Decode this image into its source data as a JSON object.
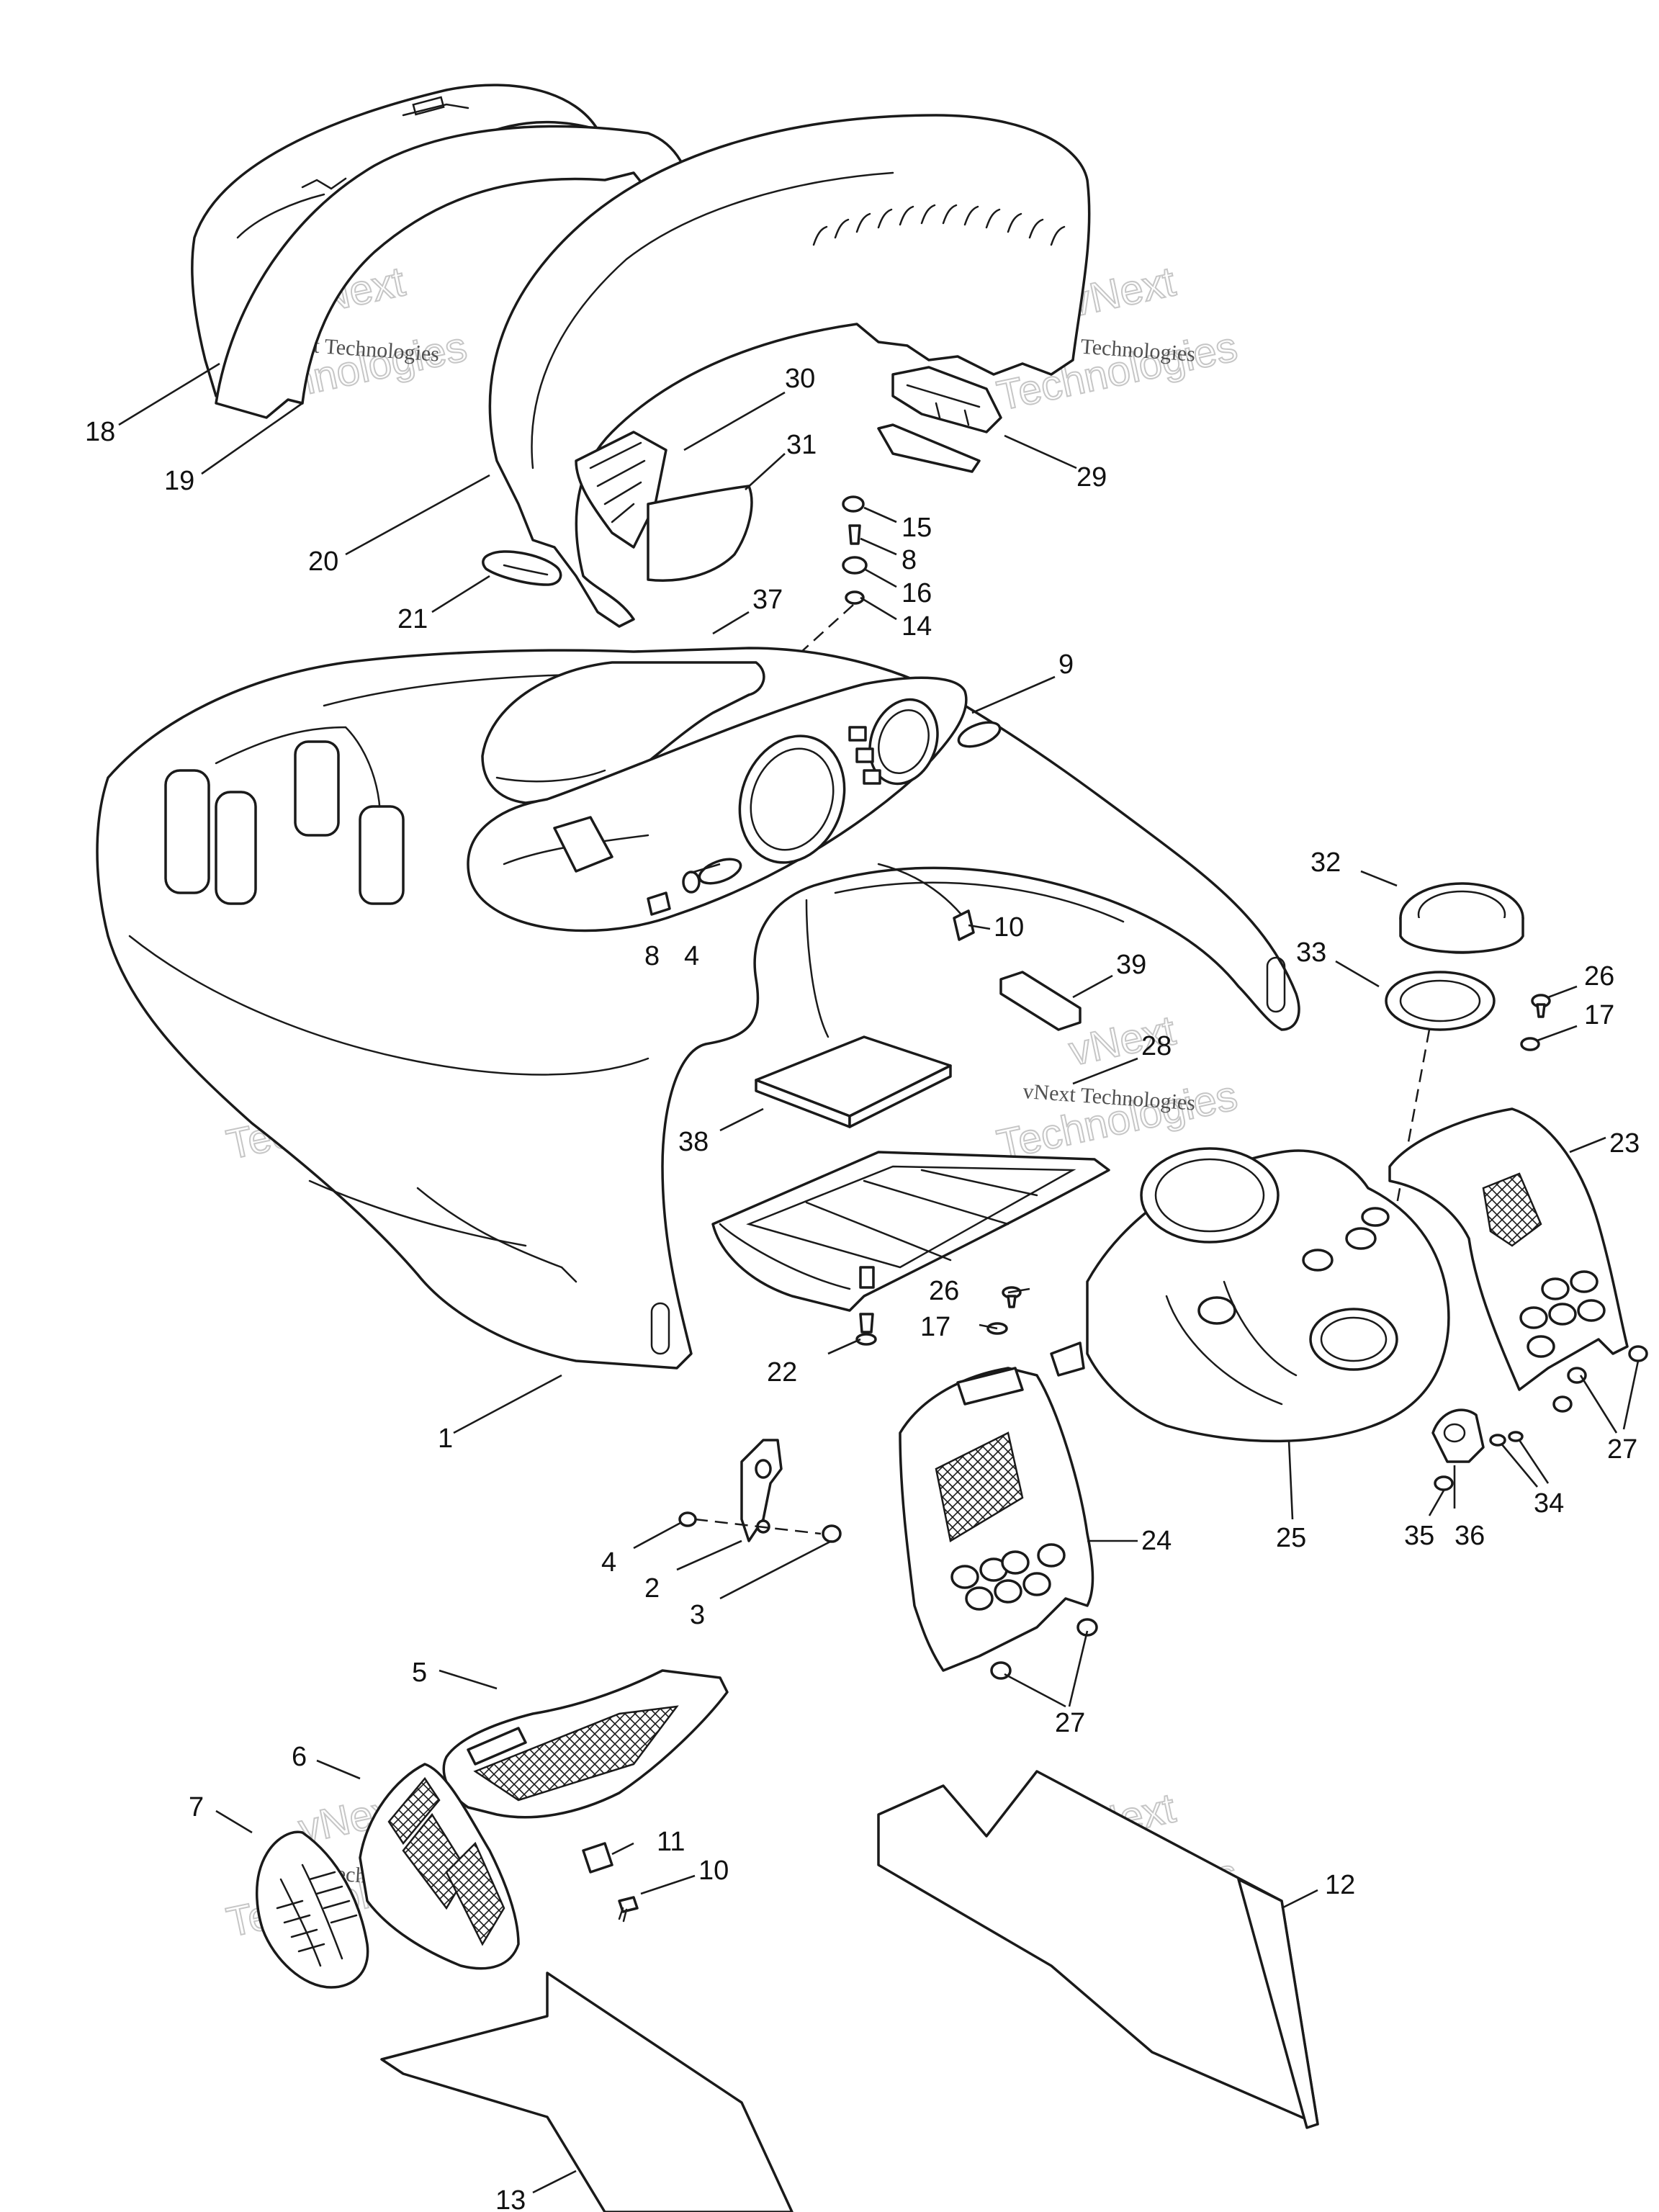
{
  "callouts": [
    {
      "id": "c18",
      "text": "18"
    },
    {
      "id": "c19",
      "text": "19"
    },
    {
      "id": "c20",
      "text": "20"
    },
    {
      "id": "c21",
      "text": "21"
    },
    {
      "id": "c30",
      "text": "30"
    },
    {
      "id": "c31",
      "text": "31"
    },
    {
      "id": "c29",
      "text": "29"
    },
    {
      "id": "c15",
      "text": "15"
    },
    {
      "id": "c8a",
      "text": "8"
    },
    {
      "id": "c16",
      "text": "16"
    },
    {
      "id": "c14",
      "text": "14"
    },
    {
      "id": "c37",
      "text": "37"
    },
    {
      "id": "c9",
      "text": "9"
    },
    {
      "id": "c10a",
      "text": "10"
    },
    {
      "id": "c8b",
      "text": "8"
    },
    {
      "id": "c4a",
      "text": "4"
    },
    {
      "id": "c39",
      "text": "39"
    },
    {
      "id": "c32",
      "text": "32"
    },
    {
      "id": "c33",
      "text": "33"
    },
    {
      "id": "c26a",
      "text": "26"
    },
    {
      "id": "c17a",
      "text": "17"
    },
    {
      "id": "c28",
      "text": "28"
    },
    {
      "id": "c38",
      "text": "38"
    },
    {
      "id": "c23",
      "text": "23"
    },
    {
      "id": "c26b",
      "text": "26"
    },
    {
      "id": "c17b",
      "text": "17"
    },
    {
      "id": "c22",
      "text": "22"
    },
    {
      "id": "c1",
      "text": "1"
    },
    {
      "id": "c27a",
      "text": "27"
    },
    {
      "id": "c34",
      "text": "34"
    },
    {
      "id": "c35",
      "text": "35"
    },
    {
      "id": "c36",
      "text": "36"
    },
    {
      "id": "c25",
      "text": "25"
    },
    {
      "id": "c24",
      "text": "24"
    },
    {
      "id": "c4b",
      "text": "4"
    },
    {
      "id": "c2",
      "text": "2"
    },
    {
      "id": "c3",
      "text": "3"
    },
    {
      "id": "c27b",
      "text": "27"
    },
    {
      "id": "c5",
      "text": "5"
    },
    {
      "id": "c6",
      "text": "6"
    },
    {
      "id": "c7",
      "text": "7"
    },
    {
      "id": "c11",
      "text": "11"
    },
    {
      "id": "c10b",
      "text": "10"
    },
    {
      "id": "c12",
      "text": "12"
    },
    {
      "id": "c13",
      "text": "13"
    }
  ],
  "watermark": {
    "line1": "vNext Technologies",
    "line2": "Technologies",
    "line3": "vNext"
  },
  "colors": {
    "line": "#1a1a1a",
    "background": "#ffffff",
    "watermark": "#b9b9b9"
  }
}
